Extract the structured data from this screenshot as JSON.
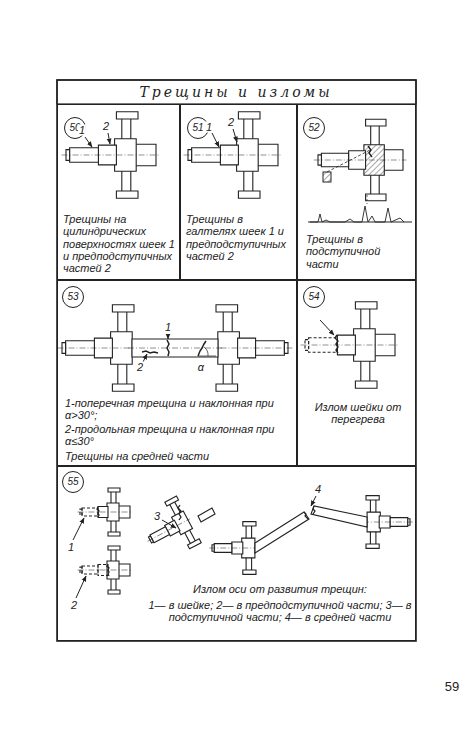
{
  "diagram": {
    "title": "Трещины и изломы",
    "nodes": [
      {
        "text": [
          "Трещины на цилиндрических поверхностях шеек 1 и предподступичных частей 2"
        ]
      },
      {
        "text": [
          "50"
        ],
        "in": 0
      },
      {
        "text": [
          "Трещины в галтелях шеек 1 и предподступичных частей 2"
        ]
      },
      {
        "text": [
          "51"
        ],
        "in": 2
      },
      {
        "text": [
          "Трещины в подступичной части"
        ]
      },
      {
        "text": [
          "52"
        ],
        "in": 4
      },
      {
        "text": [
          "1-поперечная трещина и наклонная при α>30°;",
          "2-продольная трещина и наклонная при α≤30°",
          "Трещины на средней части"
        ]
      },
      {
        "text": [
          "53"
        ],
        "in": 6
      },
      {
        "text": [
          "Излом шейки от перегрева"
        ]
      },
      {
        "text": [
          "54"
        ],
        "in": 8
      },
      {
        "text": [
          "Излом оси от развития трещин:",
          "1— в шейке; 2— в предподступичной части; 3— в подступичной части; 4— в средней части"
        ]
      },
      {
        "text": [
          "55"
        ],
        "in": 10
      }
    ],
    "labels": [
      "1",
      "2",
      "1",
      "2",
      "1",
      "2",
      "α",
      "1",
      "2",
      "3",
      "4",
      "59"
    ]
  }
}
